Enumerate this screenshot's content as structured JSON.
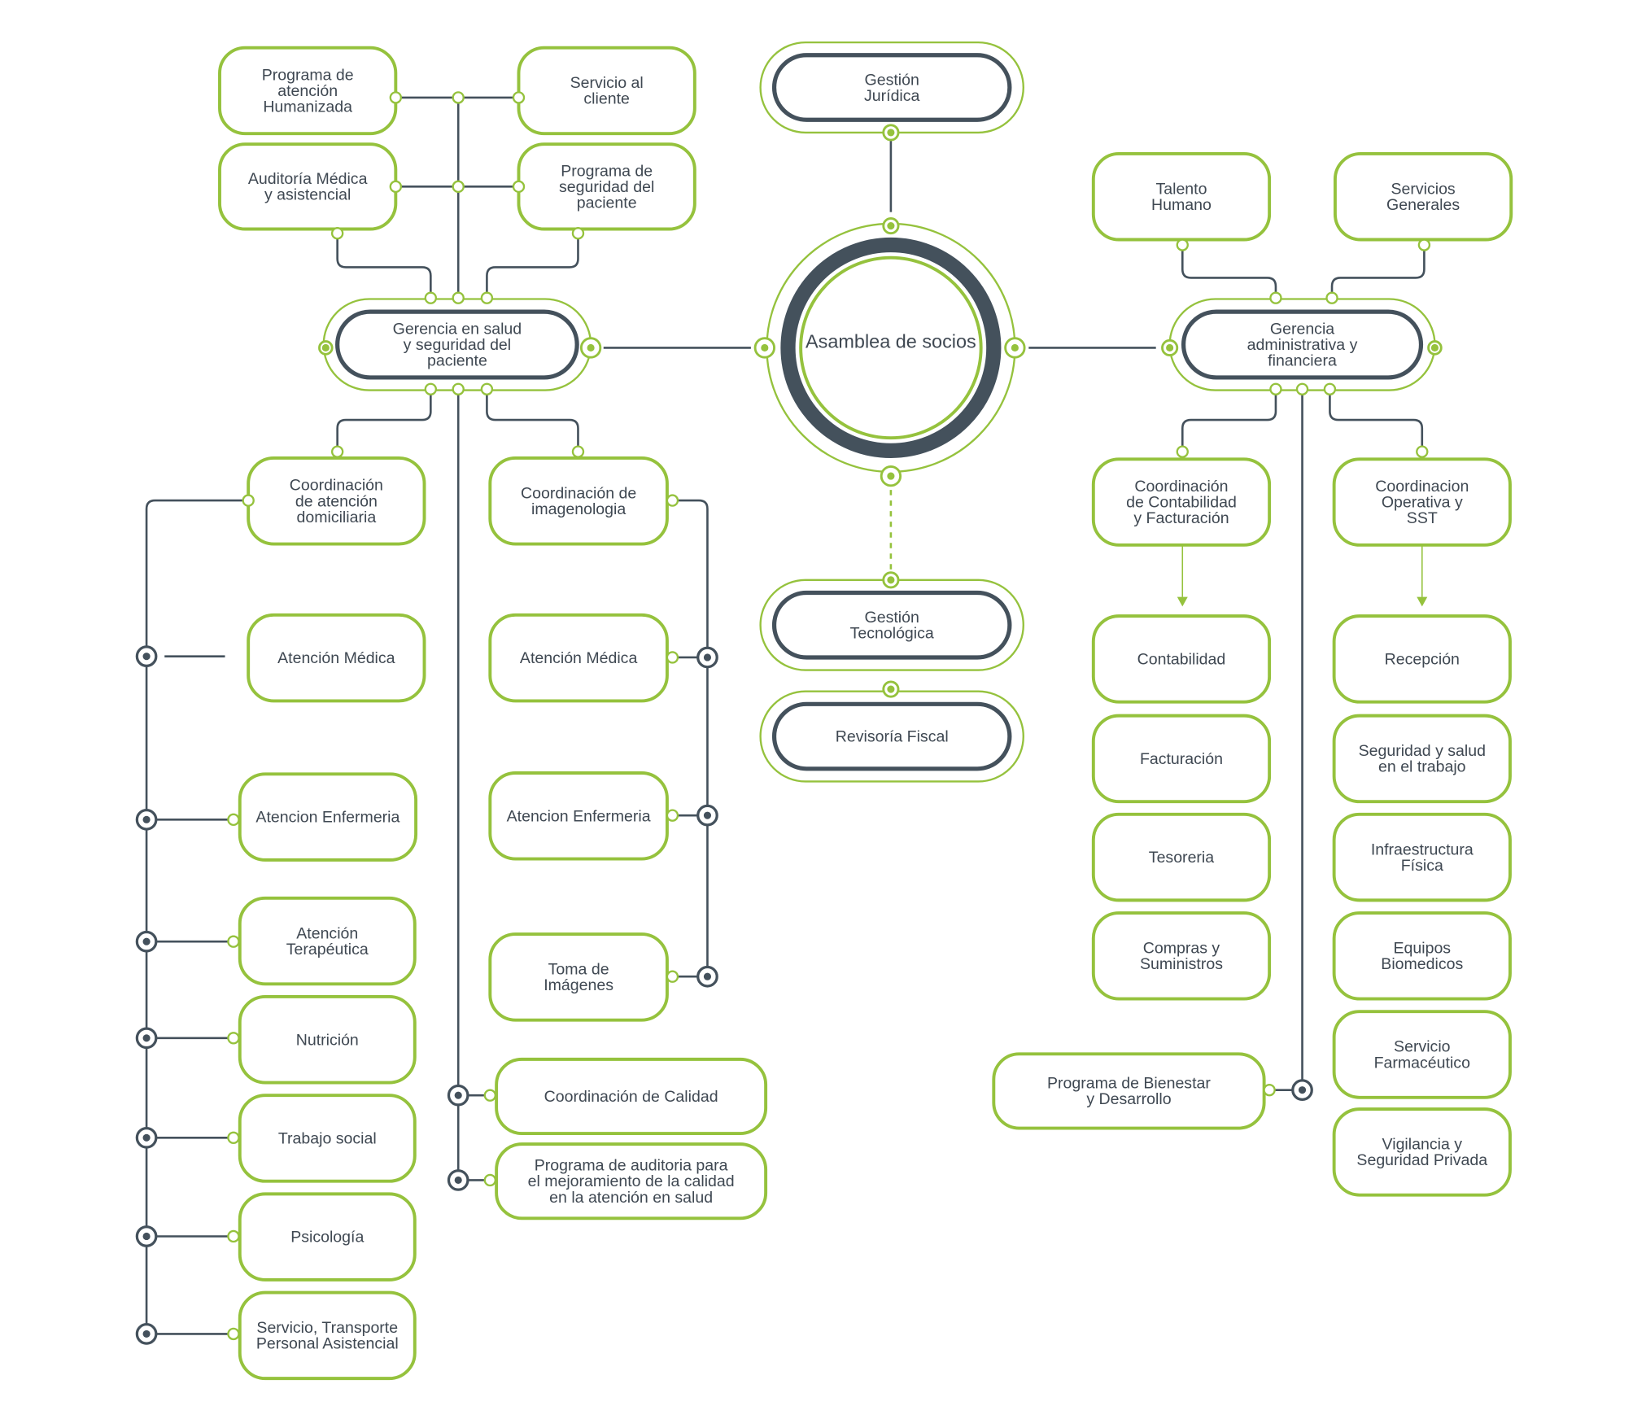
{
  "title": "Asamblea de socios",
  "colors": {
    "green": "#95c23d",
    "dark": "#44515c",
    "text": "#3f4852"
  },
  "nodes": {
    "asamblea": [
      "Asamblea de socios"
    ],
    "juridica": [
      "Gestión",
      "Jurídica"
    ],
    "tecnologica": [
      "Gestión",
      "Tecnológica"
    ],
    "revisoria": [
      "Revisoría Fiscal"
    ],
    "gerencia_salud": [
      "Gerencia en salud",
      "y seguridad del",
      "paciente"
    ],
    "gerencia_admin": [
      "Gerencia",
      "administrativa y",
      "financiera"
    ],
    "prog_humanizada": [
      "Programa de",
      "atención",
      "Humanizada"
    ],
    "servicio_cliente": [
      "Servicio al",
      "cliente"
    ],
    "auditoria": [
      "Auditoría Médica",
      "y asistencial"
    ],
    "prog_seguridad": [
      "Programa de",
      "seguridad del",
      "paciente"
    ],
    "coord_domiciliaria": [
      "Coordinación",
      "de atención",
      "domiciliaria"
    ],
    "coord_imagenologia": [
      "Coordinación de",
      "imagenologia"
    ],
    "medica_l": [
      "Atención Médica"
    ],
    "medica_r": [
      "Atención Médica"
    ],
    "enfermeria_l": [
      "Atencion Enfermeria"
    ],
    "enfermeria_r": [
      "Atencion Enfermeria"
    ],
    "terapeutica": [
      "Atención",
      "Terapéutica"
    ],
    "toma_imagenes": [
      "Toma de",
      "Imágenes"
    ],
    "nutricion": [
      "Nutrición"
    ],
    "trabajo_social": [
      "Trabajo social"
    ],
    "psicologia": [
      "Psicología"
    ],
    "transporte": [
      "Servicio, Transporte",
      "Personal Asistencial"
    ],
    "coord_calidad": [
      "Coordinación de Calidad"
    ],
    "prog_auditoria": [
      "Programa de auditoria para",
      "el mejoramiento de la calidad",
      "en la atención en salud"
    ],
    "talento": [
      "Talento",
      "Humano"
    ],
    "servicios_generales": [
      "Servicios",
      "Generales"
    ],
    "coord_contabilidad": [
      "Coordinación",
      "de Contabilidad",
      "y Facturación"
    ],
    "coord_operativa": [
      "Coordinacion",
      "Operativa y",
      "SST"
    ],
    "contabilidad": [
      "Contabilidad"
    ],
    "facturacion": [
      "Facturación"
    ],
    "tesoreria": [
      "Tesoreria"
    ],
    "compras": [
      "Compras y",
      "Suministros"
    ],
    "recepcion": [
      "Recepción"
    ],
    "sst": [
      "Seguridad y salud",
      "en el trabajo"
    ],
    "infraestructura": [
      "Infraestructura",
      "Física"
    ],
    "equipos": [
      "Equipos",
      "Biomedicos"
    ],
    "farmaceutico": [
      "Servicio",
      "Farmacéutico"
    ],
    "vigilancia": [
      "Vigilancia y",
      "Seguridad Privada"
    ],
    "bienestar": [
      "Programa de Bienestar",
      "y Desarrollo"
    ]
  }
}
